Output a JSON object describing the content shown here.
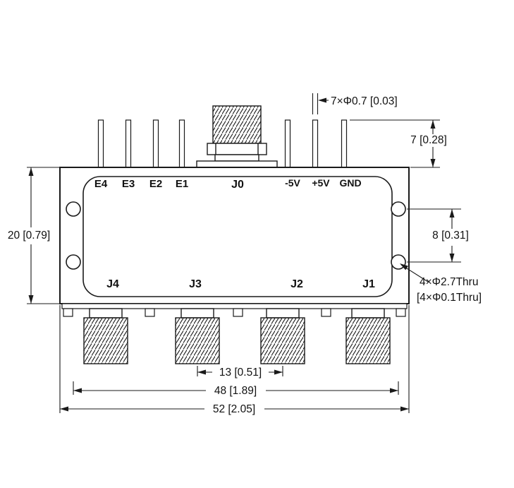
{
  "drawing": {
    "top_pin_labels": [
      "E4",
      "E3",
      "E2",
      "E1"
    ],
    "power_pin_labels": [
      "-5V",
      "+5V",
      "GND"
    ],
    "rf_ports": {
      "input": "J0",
      "outputs": [
        "J4",
        "J3",
        "J2",
        "J1"
      ]
    },
    "dimensions": {
      "pin_diameter_callout": "7×Φ0.7 [0.03]",
      "pin_height": "7 [0.28]",
      "body_height": "20 [0.79]",
      "hole_vertical_spacing": "8 [0.31]",
      "mounting_hole_callout_mm": "4×Φ2.7Thru",
      "mounting_hole_callout_in": "[4×Φ0.1Thru]",
      "connector_spacing": "13 [0.51]",
      "hole_horizontal_spacing": "48 [1.89]",
      "overall_width": "52 [2.05]"
    },
    "colors": {
      "line": "#1a1a1a",
      "background": "#ffffff"
    }
  }
}
